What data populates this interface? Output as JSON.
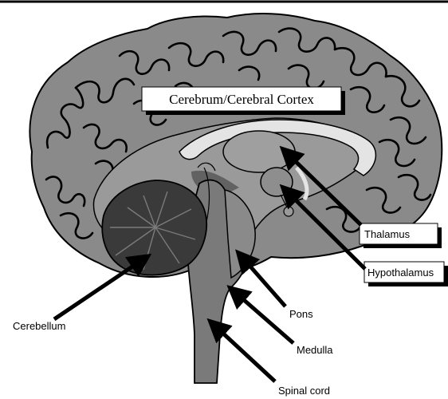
{
  "labels": {
    "cerebrum": "Cerebrum/Cerebral Cortex",
    "thalamus": "Thalamus",
    "hypothalamus": "Hypothalamus",
    "pons": "Pons",
    "cerebellum": "Cerebellum",
    "medulla": "Medulla",
    "spinal_cord": "Spinal cord"
  },
  "colors": {
    "cortex": "#8a8a8a",
    "outline": "#000000",
    "inner_brain": "#9a9a9a",
    "cerebellum": "#3a3a3a",
    "brainstem": "#7a7a7a",
    "corpus_callosum": "#e4e4e4",
    "label_box": "#ffffff",
    "arrow": "#000000"
  }
}
